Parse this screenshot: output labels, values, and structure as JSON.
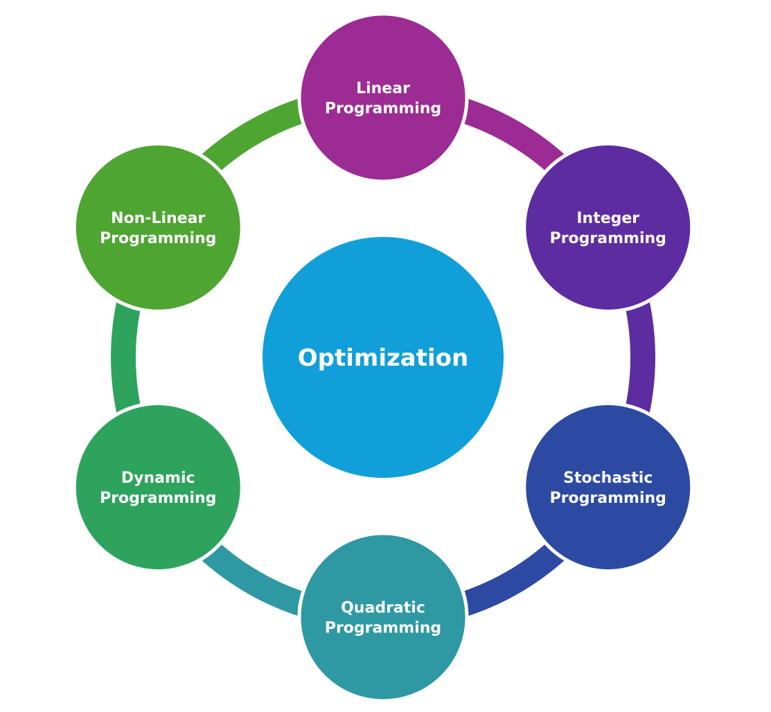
{
  "diagram": {
    "center": {
      "label": "Optimization",
      "color": "#109FD8"
    },
    "nodes": [
      {
        "lines": [
          "Linear",
          "Programming"
        ],
        "color": "#9C2B93"
      },
      {
        "lines": [
          "Integer",
          "Programming"
        ],
        "color": "#5E2CA1"
      },
      {
        "lines": [
          "Stochastic",
          "Programming"
        ],
        "color": "#2C4AA2"
      },
      {
        "lines": [
          "Quadratic",
          "Programming"
        ],
        "color": "#2E99A2"
      },
      {
        "lines": [
          "Dynamic",
          "Programming"
        ],
        "color": "#2EA35E"
      },
      {
        "lines": [
          "Non-Linear",
          "Programming"
        ],
        "color": "#4EA532"
      }
    ]
  }
}
